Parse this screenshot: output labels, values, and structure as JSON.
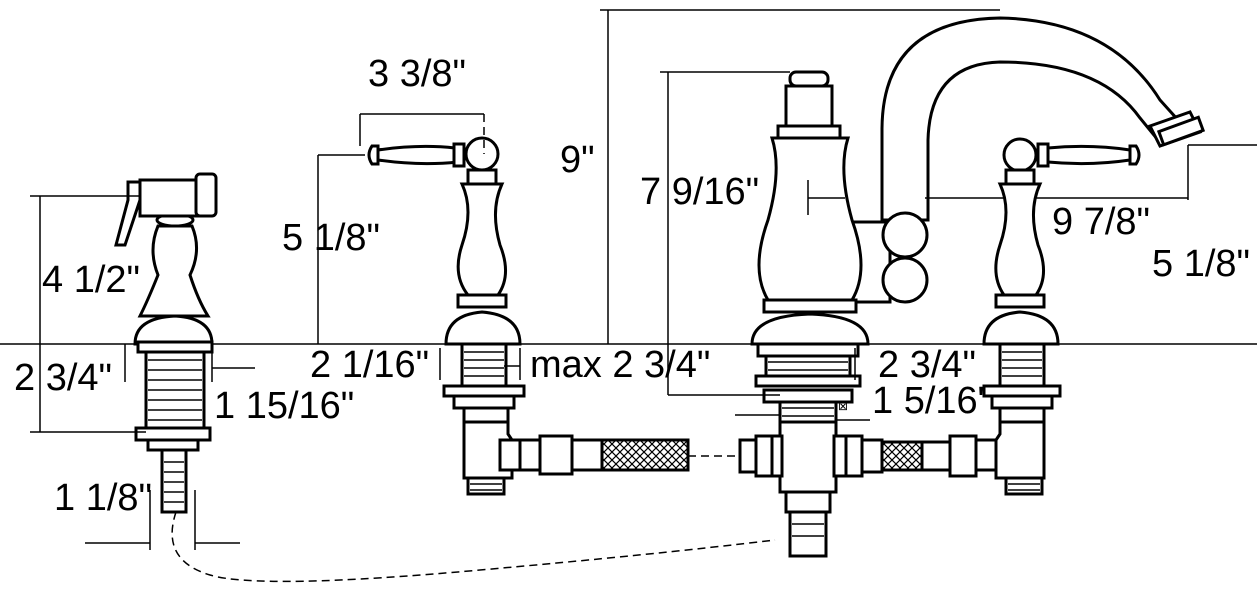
{
  "diagram": {
    "labels": {
      "sprayer_height": "4 1/2\"",
      "sprayer_shank": "2 3/4\"",
      "sprayer_clearance": "1 15/16\"",
      "sprayer_hole": "1 1/8\"",
      "handle_reach": "3 3/8\"",
      "handle_height_left": "5 1/8\"",
      "handle_shank_left": "2 1/16\"",
      "max_deck": "max 2 3/4\"",
      "spout_height": "9\"",
      "spout_base_height": "7 9/16\"",
      "spout_reach": "9 7/8\"",
      "handle_height_right": "5 1/8\"",
      "right_shank": "2 3/4\"",
      "spout_hole": "1 5/16\"",
      "small_mark": "⊠"
    }
  }
}
